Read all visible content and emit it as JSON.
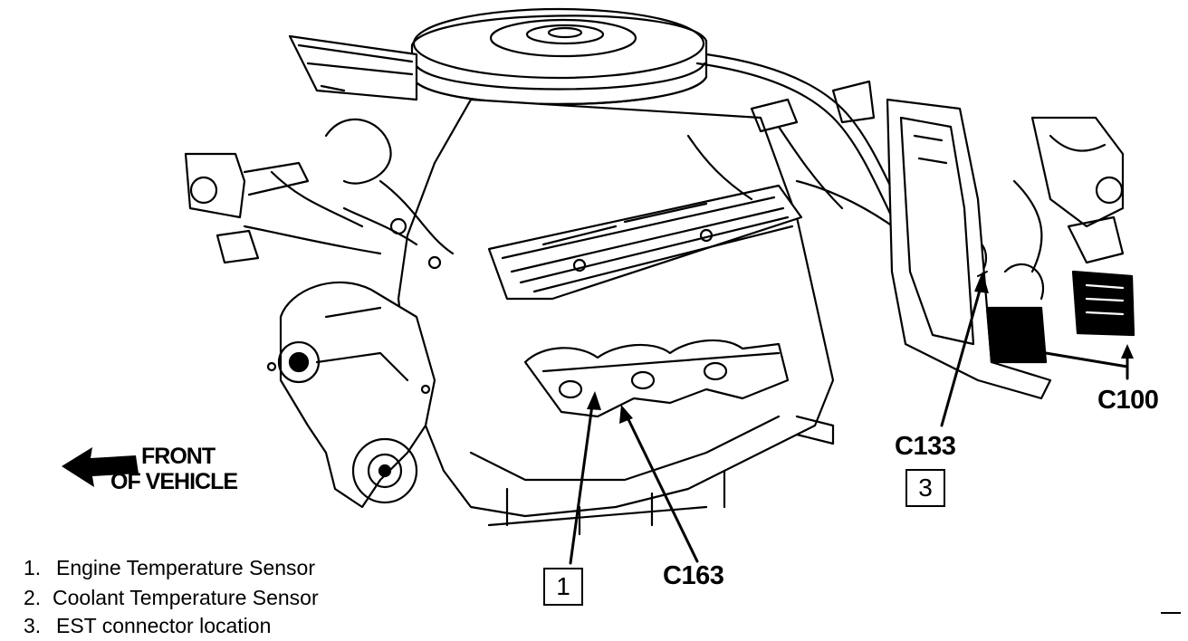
{
  "diagram": {
    "callouts": {
      "c100": "C100",
      "c133": "C133",
      "c163": "C163",
      "box_3": "3",
      "box_1": "1"
    },
    "front_line1": "FRONT",
    "front_line2": "OF VEHICLE",
    "legend": [
      {
        "num": "1.",
        "text": "Engine Temperature Sensor"
      },
      {
        "num": "2.",
        "text": "Coolant Temperature Sensor"
      },
      {
        "num": "3.",
        "text": "EST connector location"
      }
    ]
  },
  "colors": {
    "ink": "#000000",
    "paper": "#ffffff"
  }
}
